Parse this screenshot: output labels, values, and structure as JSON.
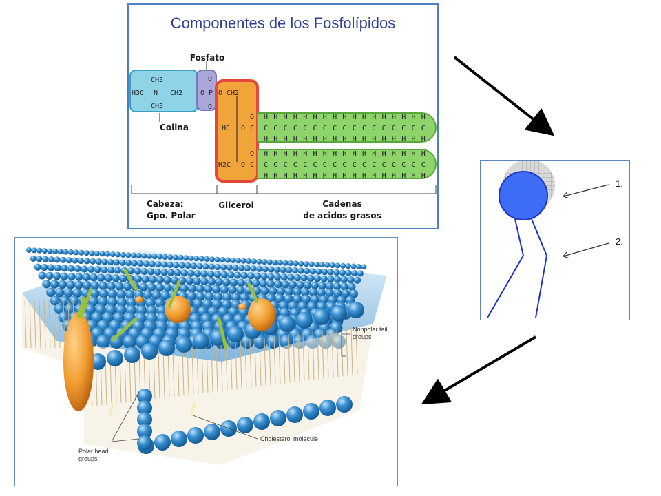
{
  "phospholipid_panel": {
    "title": "Componentes de los Fosfolípidos",
    "fosfato_label": "Fosfato",
    "colina_label": "Colina",
    "cabeza_label_line1": "Cabeza:",
    "cabeza_label_line2": "Gpo. Polar",
    "glicerol_label": "Glicerol",
    "cadenas_label_line1": "Cadenas",
    "cadenas_label_line2": "de acidos grasos",
    "chem": {
      "ch3": "CH3",
      "h3c": "H3C",
      "n": "N",
      "ch2": "CH2",
      "o": "O",
      "p": "P",
      "hc": "HC",
      "h2c": "H2C",
      "c": "C",
      "h": "H"
    },
    "colors": {
      "colina": "#8fd3e6",
      "fosfato": "#a9a6d8",
      "glicerol": "#f0a43a",
      "glicerol_border": "#e7473a",
      "chains": "#8dd46a"
    }
  },
  "schematic_panel": {
    "label_1": "1.",
    "label_2": "2.",
    "colors": {
      "head": "#3d6df5",
      "tails": "#1f33c4"
    }
  },
  "membrane_panel": {
    "nonpolar_label_line1": "Nonpolar tail",
    "nonpolar_label_line2": "groups",
    "polar_label_line1": "Polar head",
    "polar_label_line2": "groups",
    "cholesterol_label": "Cholesterol molecule",
    "colors": {
      "heads": "#3a8fcf",
      "proteins": "#f09a2e",
      "carbs": "#9cbf3e"
    }
  },
  "arrows": {
    "color": "#000000"
  }
}
